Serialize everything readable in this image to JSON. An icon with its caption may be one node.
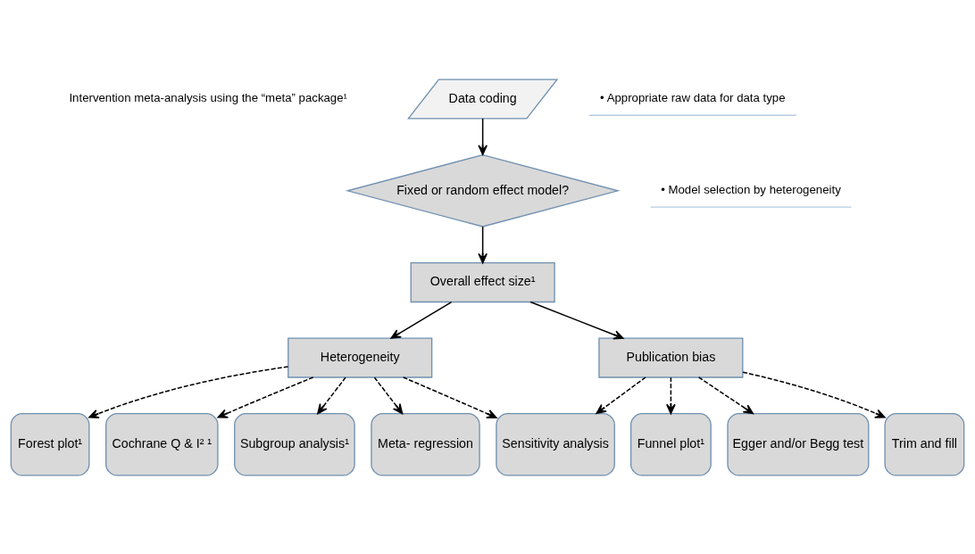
{
  "diagram": {
    "nodes": [
      {
        "text": [
          "Data coding"
        ],
        "beside": [
          "• Appropriate raw data for data type"
        ]
      },
      {
        "text": [
          "Fixed or random effect model?"
        ],
        "beside": [
          "• Model selection by heterogeneity"
        ]
      },
      {
        "text": [
          "Overall effect size¹"
        ]
      },
      {
        "text": [
          "Heterogeneity"
        ]
      },
      {
        "text": [
          "Publication bias"
        ]
      },
      {
        "text": [
          "Forest plot¹"
        ]
      },
      {
        "text": [
          "Cochrane Q & I² ¹"
        ]
      },
      {
        "text": [
          "Subgroup analysis¹"
        ]
      },
      {
        "text": [
          "Meta- regression"
        ]
      },
      {
        "text": [
          "Sensitivity analysis"
        ]
      },
      {
        "text": [
          "Funnel plot¹"
        ]
      },
      {
        "text": [
          "Egger and/or Begg test"
        ]
      },
      {
        "text": [
          "Trim and fill"
        ]
      }
    ],
    "edges": [
      {
        "from": 0,
        "to": 1,
        "arrow": "to"
      },
      {
        "from": 1,
        "to": 2,
        "arrow": "to"
      },
      {
        "from": 2,
        "to": 3,
        "arrow": "to"
      },
      {
        "from": 2,
        "to": 4,
        "arrow": "to"
      },
      {
        "from": 3,
        "to": 5,
        "arrow": "to",
        "style": "dashed"
      },
      {
        "from": 3,
        "to": 6,
        "arrow": "to",
        "style": "dashed"
      },
      {
        "from": 3,
        "to": 7,
        "arrow": "to",
        "style": "dashed"
      },
      {
        "from": 3,
        "to": 8,
        "arrow": "to",
        "style": "dashed"
      },
      {
        "from": 3,
        "to": 9,
        "arrow": "to",
        "style": "dashed"
      },
      {
        "from": 4,
        "to": 9,
        "arrow": "to",
        "style": "dashed"
      },
      {
        "from": 4,
        "to": 10,
        "arrow": "to",
        "style": "dashed"
      },
      {
        "from": 4,
        "to": 11,
        "arrow": "to",
        "style": "dashed"
      },
      {
        "from": 4,
        "to": 12,
        "arrow": "to",
        "style": "dashed"
      }
    ],
    "labels": [
      "Intervention meta-analysis using the “meta” package¹"
    ]
  }
}
